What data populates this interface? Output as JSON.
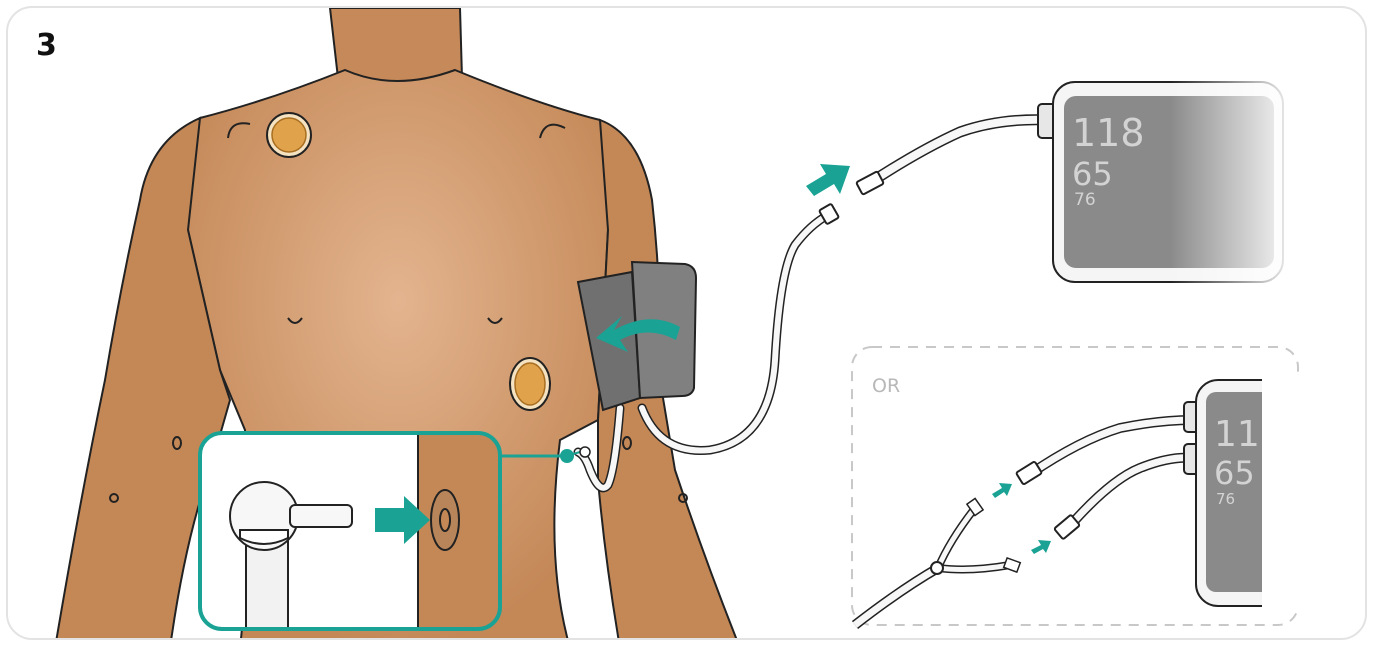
{
  "step": {
    "number": "3"
  },
  "monitor_main": {
    "systolic": "118",
    "diastolic": "65",
    "pulse": "76"
  },
  "alternative": {
    "or_label": "OR",
    "systolic": "11",
    "diastolic": "65",
    "pulse": "76"
  },
  "colors": {
    "accent": "#1aa394",
    "skin": "#c98f63",
    "skin_dark": "#a8714a",
    "cuff": "#6e6e6e",
    "screen": "#8a8a8a"
  },
  "icons": [
    "arrow-right-icon",
    "curved-arrow-icon",
    "connector-icon"
  ]
}
